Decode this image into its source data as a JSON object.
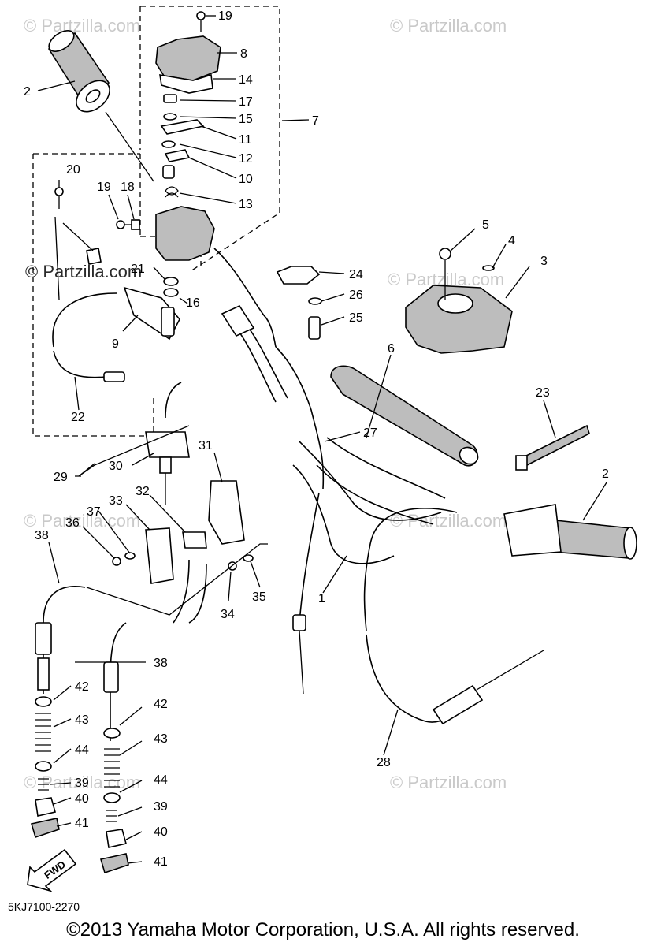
{
  "watermark": "© Partzilla.com",
  "diagram_code": "5KJ7100-2270",
  "copyright": "©2013 Yamaha Motor Corporation, U.S.A. All rights reserved.",
  "fwd_label": "FWD",
  "callouts": {
    "c1": "1",
    "c2a": "2",
    "c2b": "2",
    "c3": "3",
    "c4": "4",
    "c5": "5",
    "c6": "6",
    "c7": "7",
    "c8": "8",
    "c9": "9",
    "c10": "10",
    "c11": "11",
    "c12": "12",
    "c13": "13",
    "c14": "14",
    "c15": "15",
    "c16": "16",
    "c17": "17",
    "c18": "18",
    "c19a": "19",
    "c19b": "19",
    "c20": "20",
    "c21": "21",
    "c22": "22",
    "c23": "23",
    "c24": "24",
    "c25": "25",
    "c26": "26",
    "c27": "27",
    "c28": "28",
    "c29": "29",
    "c30": "30",
    "c31": "31",
    "c32": "32",
    "c33": "33",
    "c34": "34",
    "c35": "35",
    "c36": "36",
    "c37": "37",
    "c38a": "38",
    "c38b": "38",
    "c39a": "39",
    "c39b": "39",
    "c40a": "40",
    "c40b": "40",
    "c41a": "41",
    "c41b": "41",
    "c42a": "42",
    "c42b": "42",
    "c43a": "43",
    "c43b": "43",
    "c44a": "44",
    "c44b": "44"
  }
}
